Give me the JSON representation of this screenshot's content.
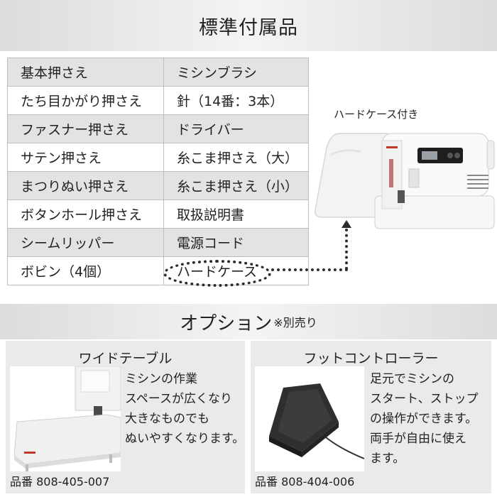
{
  "header": {
    "title": "標準付属品"
  },
  "accessories": {
    "rows": [
      [
        "基本押さえ",
        "ミシンブラシ"
      ],
      [
        "たち目かがり押さえ",
        "針（14番：3本）"
      ],
      [
        "ファスナー押さえ",
        "ドライバー"
      ],
      [
        "サテン押さえ",
        "糸こま押さえ（大）"
      ],
      [
        "まつりぬい押さえ",
        "糸こま押さえ（小）"
      ],
      [
        "ボタンホール押さえ",
        "取扱説明書"
      ],
      [
        "シームリッパー",
        "電源コード"
      ],
      [
        "ボビン（4個）",
        "ハードケース"
      ]
    ]
  },
  "hardcase": {
    "label": "ハードケース付き"
  },
  "options": {
    "title": "オプション",
    "note": "※別売り",
    "items": [
      {
        "title": "ワイドテーブル",
        "lines": [
          "ミシンの作業",
          "スペースが広くなり",
          "大きなものでも",
          "ぬいやすくなります。"
        ],
        "part": "品番 808-405-007"
      },
      {
        "title": "フットコントローラー",
        "lines": [
          "足元でミシンの",
          "スタート、ストップ",
          "の操作ができます。",
          "両手が自由に使え",
          "ます。"
        ],
        "part": "品番 808-404-006"
      }
    ]
  },
  "colors": {
    "band": "#e6e6e6",
    "table_shade": "#e3e3e3",
    "panel": "#eaeaea",
    "dots": "#2b2b2b"
  }
}
